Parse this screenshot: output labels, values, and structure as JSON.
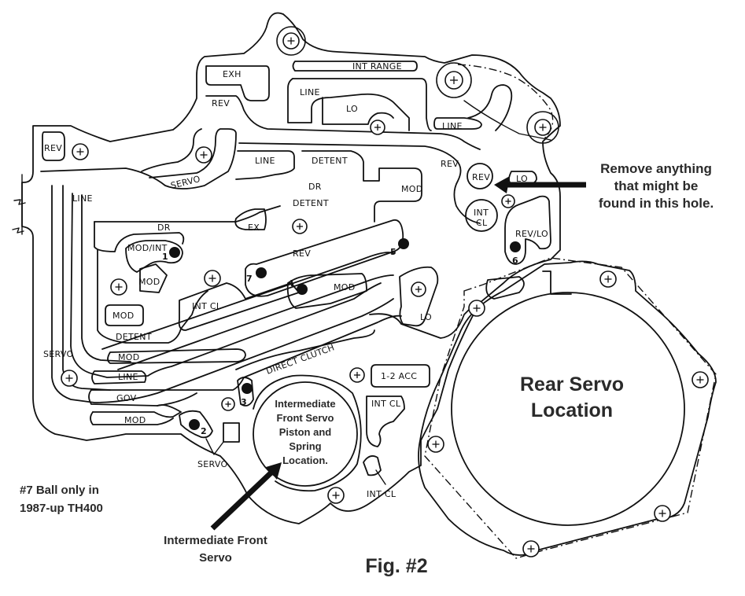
{
  "figure": {
    "caption": "Fig. #2",
    "subject": "TH400 valve body separator plate / worm track diagram"
  },
  "annotations": {
    "remove_hole_note": [
      "Remove anything",
      "that might be",
      "found in this hole."
    ],
    "ball7_note": [
      "#7 Ball only in",
      "1987-up TH400"
    ],
    "front_servo_pointer": [
      "Intermediate Front",
      "Servo"
    ],
    "front_servo_circle": [
      "Intermediate",
      "Front Servo",
      "Piston and",
      "Spring",
      "Location."
    ],
    "rear_servo_circle": [
      "Rear Servo",
      "Location"
    ]
  },
  "channel_labels": {
    "exh": "EXH",
    "int_range": "INT RANGE",
    "rev_top": "REV",
    "line_top": "LINE",
    "lo_top": "LO",
    "line_right": "LINE",
    "rev_left": "REV",
    "servo_curve": "SERVO",
    "line_mid": "LINE",
    "detent_top": "DETENT",
    "rev_mid_right": "REV",
    "rev_hole": "REV",
    "lo_hole": "LO",
    "line_left": "LINE",
    "dr_upper": "DR",
    "mod_upper": "MOD",
    "detent_mid": "DETENT",
    "ex": "EX",
    "dr_left": "DR",
    "int_cl_hole_1": "INT",
    "int_cl_hole_2": "CL",
    "rev_lo": "REV/LO",
    "mod_int": "MOD/INT",
    "rev_center": "REV",
    "mod_small": "MOD",
    "int_cl_left": "INT  CL",
    "mod_center": "MOD",
    "mod_box": "MOD",
    "lo_lower": "LO",
    "detent_lower": "DETENT",
    "servo_left": "SERVO",
    "mod_lower": "MOD",
    "direct_clutch": "DIRECT CLUTCH",
    "line_lower": "LINE",
    "acc_1_2": "1-2  ACC",
    "gov": "GOV",
    "int_cl_right": "INT  CL",
    "mod_bottom": "MOD",
    "servo_bottom": "SERVO",
    "int_cl_bottom": "INT  CL"
  },
  "check_balls": [
    {
      "number": "1"
    },
    {
      "number": "2"
    },
    {
      "number": "3"
    },
    {
      "number": "4"
    },
    {
      "number": "5"
    },
    {
      "number": "6"
    },
    {
      "number": "7"
    }
  ]
}
